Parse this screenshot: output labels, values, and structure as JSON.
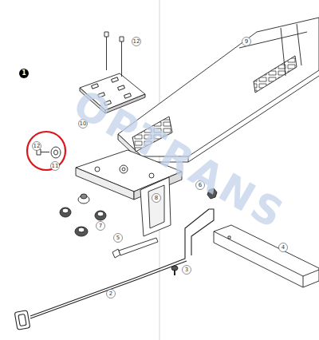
{
  "diagram": {
    "labels": [
      "1",
      "12",
      "10",
      "9",
      "12",
      "11",
      "8",
      "7",
      "6",
      "5",
      "4",
      "3",
      "2",
      "OPTRANS"
    ]
  }
}
